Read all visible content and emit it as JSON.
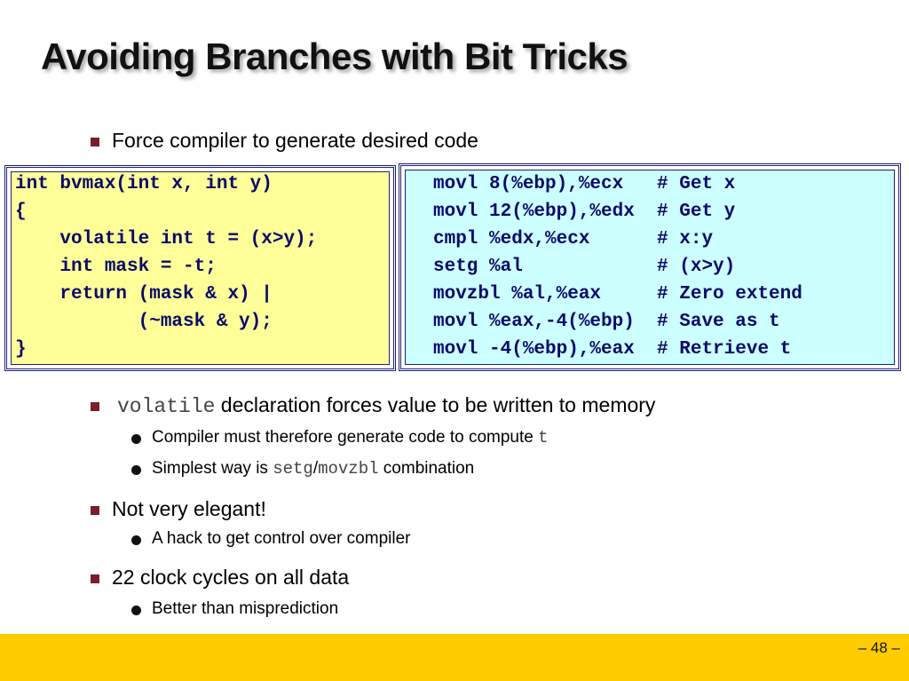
{
  "slide": {
    "title": "Avoiding Branches with Bit Tricks",
    "page_number": "– 48 –"
  },
  "bullets": {
    "b1": "Force compiler to generate desired code",
    "b2_mono": "volatile",
    "b2_text": " declaration forces value to be written to memory",
    "b2_sub1_text": "Compiler must therefore generate code to compute ",
    "b2_sub1_mono": "t",
    "b2_sub2_pre": "Simplest way is ",
    "b2_sub2_mono1": "setg",
    "b2_sub2_slash": "/",
    "b2_sub2_mono2": "movzbl",
    "b2_sub2_post": " combination",
    "b3": "Not very elegant!",
    "b3_sub1": "A hack to get control over compiler",
    "b4": "22 clock cycles on all data",
    "b4_sub1": "Better than misprediction"
  },
  "c_code": [
    "int bvmax(int x, int y)",
    "{",
    "    volatile int t = (x>y);",
    "    int mask = -t;",
    "    return (mask & x) |",
    "           (~mask & y);",
    "}"
  ],
  "asm_code": [
    "movl 8(%ebp),%ecx   # Get x",
    "movl 12(%ebp),%edx  # Get y",
    "cmpl %edx,%ecx      # x:y",
    "setg %al            # (x>y)",
    "movzbl %al,%eax     # Zero extend",
    "movl %eax,-4(%ebp)  # Save as t",
    "movl -4(%ebp),%eax  # Retrieve t"
  ],
  "colors": {
    "c_box_bg": "#ffff99",
    "asm_box_bg": "#ccffff",
    "box_border": "#1f1f7a",
    "code_text": "#0a0a6a",
    "bullet_square": "#7b1e2a",
    "footer_bar": "#ffcc00"
  }
}
